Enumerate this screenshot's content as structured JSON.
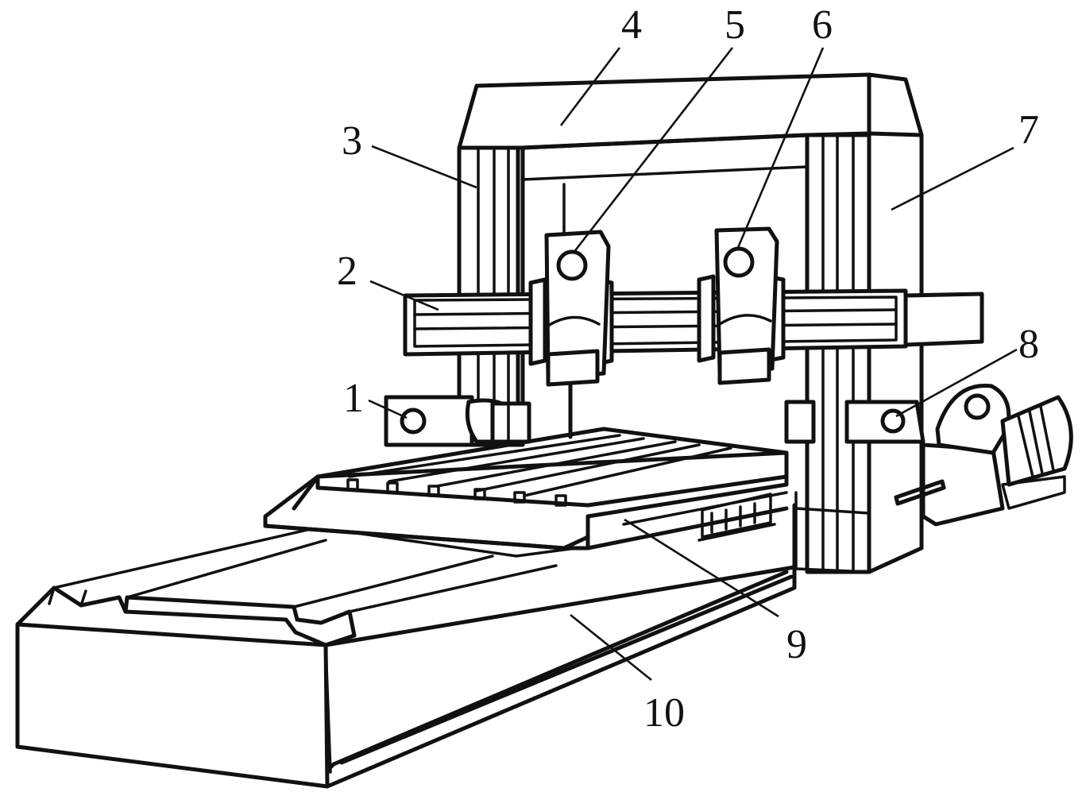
{
  "labels": [
    "1",
    "2",
    "3",
    "4",
    "5",
    "6",
    "7",
    "8",
    "9",
    "10"
  ],
  "colors": {
    "ink": "#111111",
    "paper": "#ffffff"
  }
}
